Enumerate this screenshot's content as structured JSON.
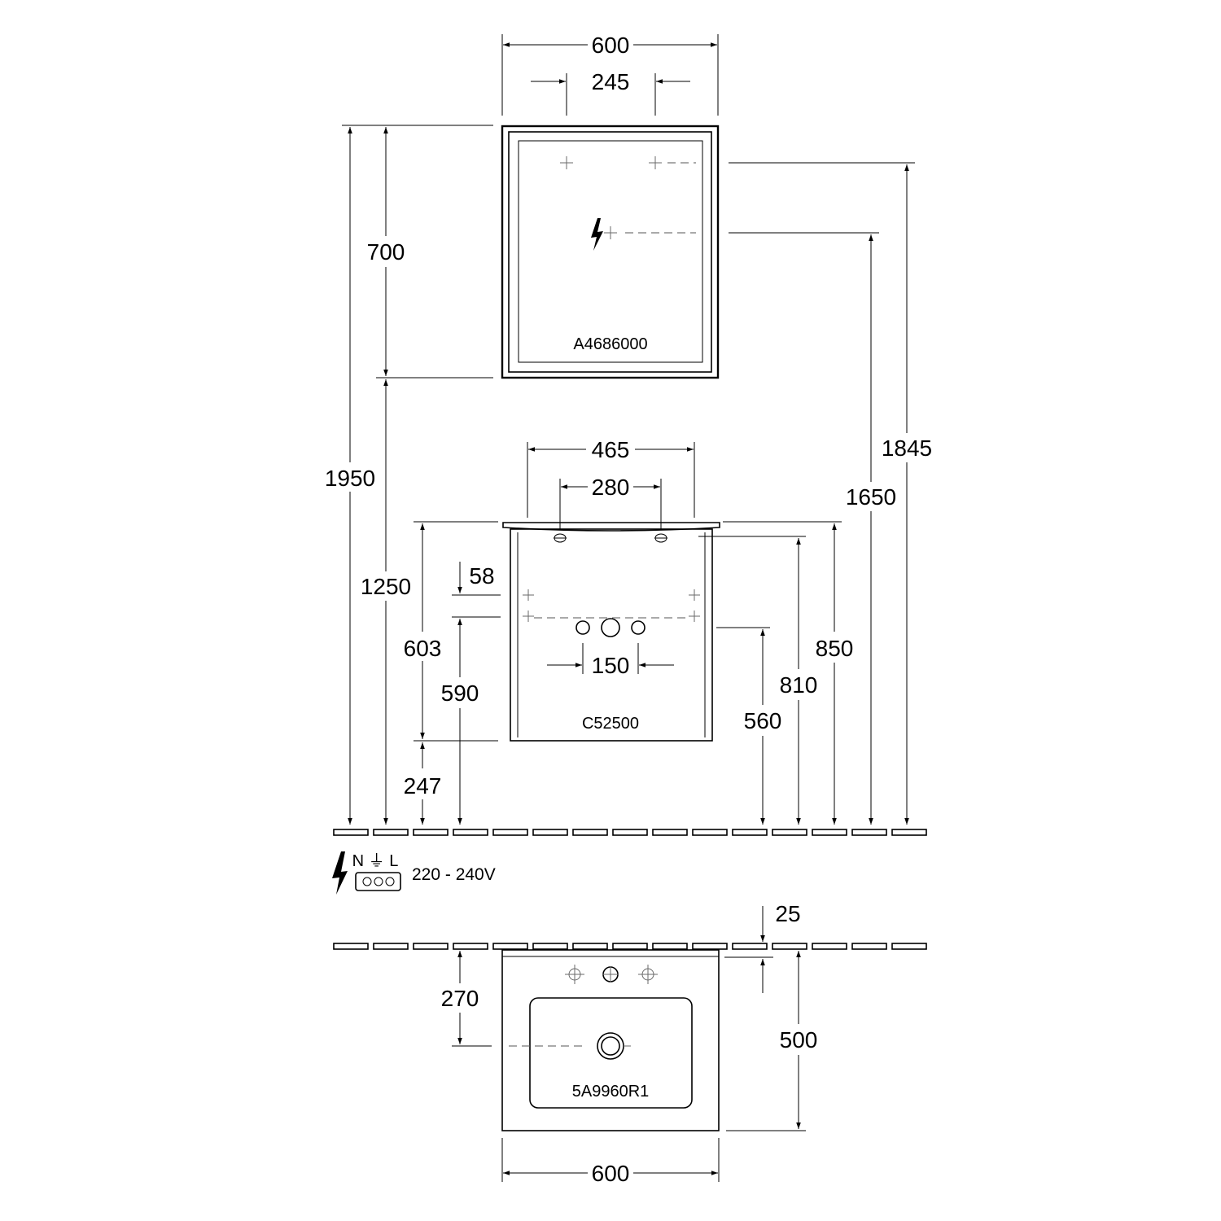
{
  "dimensions": {
    "mirror_width": "600",
    "mirror_mount_spacing": "245",
    "mirror_height": "700",
    "overall_mirror_top": "1950",
    "mirror_bottom": "1250",
    "mirror_mount_upper": "1845",
    "mirror_outlet": "1650",
    "cabinet_width": "465",
    "cabinet_mount_spacing": "280",
    "top_offset": "58",
    "cabinet_height": "603",
    "drain_height_left": "590",
    "tap_spacing": "150",
    "plinth_height": "247",
    "drain_height_right": "560",
    "cabinet_top_height": "810",
    "basin_top_height": "850",
    "wall_gap": "25",
    "drain_depth": "270",
    "basin_depth": "500",
    "basin_width": "600"
  },
  "models": {
    "mirror": "A4686000",
    "cabinet": "C52500",
    "basin": "5A9960R1"
  },
  "electrical": {
    "terminals": "N ⏚ L",
    "voltage": "220 - 240V",
    "icon": "lightning-bolt-icon"
  },
  "colors": {
    "line": "#000000",
    "background": "#ffffff"
  }
}
